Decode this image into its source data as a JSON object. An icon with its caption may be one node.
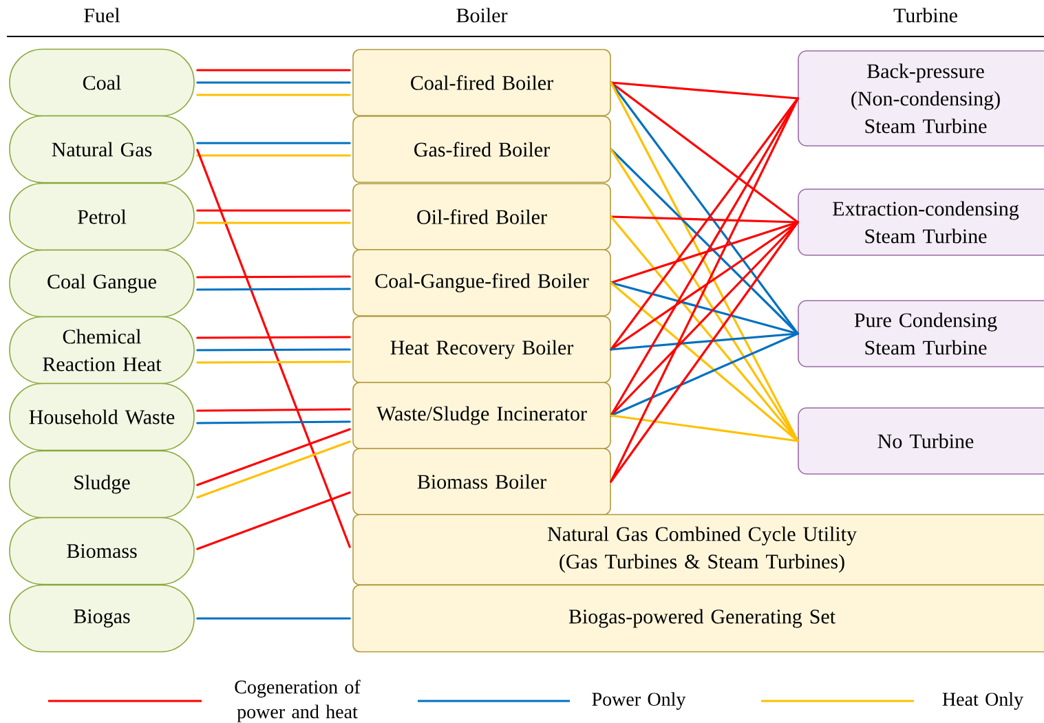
{
  "diagram": {
    "nodes": [
      {
        "text": [
          "Coal"
        ]
      },
      {
        "text": [
          "Natural Gas"
        ]
      },
      {
        "text": [
          "Petrol"
        ]
      },
      {
        "text": [
          "Coal Gangue"
        ]
      },
      {
        "text": [
          "Chemical Reaction Heat"
        ]
      },
      {
        "text": [
          "Household Waste"
        ]
      },
      {
        "text": [
          "Sludge"
        ]
      },
      {
        "text": [
          "Biomass"
        ]
      },
      {
        "text": [
          "Biogas"
        ]
      },
      {
        "text": [
          "Coal-fired Boiler"
        ]
      },
      {
        "text": [
          "Gas-fired Boiler"
        ]
      },
      {
        "text": [
          "Oil-fired Boiler"
        ]
      },
      {
        "text": [
          "Coal-Gangue-fired Boiler"
        ]
      },
      {
        "text": [
          "Heat Recovery Boiler"
        ]
      },
      {
        "text": [
          "Waste/Sludge Incinerator"
        ]
      },
      {
        "text": [
          "Biomass Boiler"
        ]
      },
      {
        "text": [
          "Natural Gas Combined Cycle Utility (Gas Turbines & Steam Turbines)"
        ]
      },
      {
        "text": [
          "Biogas-powered Generating Set"
        ]
      },
      {
        "text": [
          "Back-pressure (Non-condensing) Steam Turbine"
        ]
      },
      {
        "text": [
          "Extraction-condensing Steam Turbine"
        ]
      },
      {
        "text": [
          "Pure Condensing Steam Turbine"
        ]
      },
      {
        "text": [
          "No Turbine"
        ]
      }
    ],
    "edges": [
      {
        "from": 0,
        "to": 9,
        "arrow": "none"
      },
      {
        "from": 0,
        "to": 9,
        "arrow": "none",
        "color": "#0070c0"
      },
      {
        "from": 0,
        "to": 9,
        "arrow": "none",
        "color": "#ffc000"
      },
      {
        "from": 1,
        "to": 10,
        "arrow": "none",
        "color": "#0070c0"
      },
      {
        "from": 1,
        "to": 10,
        "arrow": "none",
        "color": "#ffc000"
      },
      {
        "from": 1,
        "to": 16,
        "arrow": "none"
      },
      {
        "from": 2,
        "to": 11,
        "arrow": "none"
      },
      {
        "from": 2,
        "to": 11,
        "arrow": "none",
        "color": "#ffc000"
      },
      {
        "from": 3,
        "to": 12,
        "arrow": "none"
      },
      {
        "from": 3,
        "to": 12,
        "arrow": "none",
        "color": "#0070c0"
      },
      {
        "from": 4,
        "to": 13,
        "arrow": "none"
      },
      {
        "from": 4,
        "to": 13,
        "arrow": "none",
        "color": "#0070c0"
      },
      {
        "from": 4,
        "to": 13,
        "arrow": "none",
        "color": "#ffc000"
      },
      {
        "from": 5,
        "to": 14,
        "arrow": "none"
      },
      {
        "from": 5,
        "to": 14,
        "arrow": "none",
        "color": "#0070c0"
      },
      {
        "from": 6,
        "to": 14,
        "arrow": "none"
      },
      {
        "from": 6,
        "to": 14,
        "arrow": "none",
        "color": "#ffc000"
      },
      {
        "from": 7,
        "to": 15,
        "arrow": "none"
      },
      {
        "from": 8,
        "to": 17,
        "arrow": "none",
        "color": "#0070c0"
      },
      {
        "from": 9,
        "to": 18,
        "arrow": "none"
      },
      {
        "from": 9,
        "to": 19,
        "arrow": "none"
      },
      {
        "from": 9,
        "to": 20,
        "arrow": "none",
        "color": "#0070c0"
      },
      {
        "from": 9,
        "to": 21,
        "arrow": "none",
        "color": "#ffc000"
      },
      {
        "from": 10,
        "to": 20,
        "arrow": "none",
        "color": "#0070c0"
      },
      {
        "from": 10,
        "to": 21,
        "arrow": "none",
        "color": "#ffc000"
      },
      {
        "from": 11,
        "to": 19,
        "arrow": "none"
      },
      {
        "from": 11,
        "to": 21,
        "arrow": "none",
        "color": "#ffc000"
      },
      {
        "from": 12,
        "to": 19,
        "arrow": "none"
      },
      {
        "from": 12,
        "to": 20,
        "arrow": "none",
        "color": "#0070c0"
      },
      {
        "from": 12,
        "to": 21,
        "arrow": "none",
        "color": "#ffc000"
      },
      {
        "from": 13,
        "to": 18,
        "arrow": "none"
      },
      {
        "from": 13,
        "to": 19,
        "arrow": "none"
      },
      {
        "from": 13,
        "to": 20,
        "arrow": "none",
        "color": "#0070c0"
      },
      {
        "from": 14,
        "to": 18,
        "arrow": "none"
      },
      {
        "from": 14,
        "to": 19,
        "arrow": "none"
      },
      {
        "from": 14,
        "to": 20,
        "arrow": "none",
        "color": "#0070c0"
      },
      {
        "from": 14,
        "to": 21,
        "arrow": "none",
        "color": "#ffc000"
      },
      {
        "from": 15,
        "to": 18,
        "arrow": "none"
      },
      {
        "from": 15,
        "to": 19,
        "arrow": "none"
      }
    ],
    "labels": [
      "Fuel",
      "Boiler",
      "Turbine"
    ],
    "legend": [
      {
        "text": "Cogeneration of power and heat"
      },
      {
        "text": "Power Only"
      },
      {
        "text": "Heat Only"
      }
    ]
  }
}
